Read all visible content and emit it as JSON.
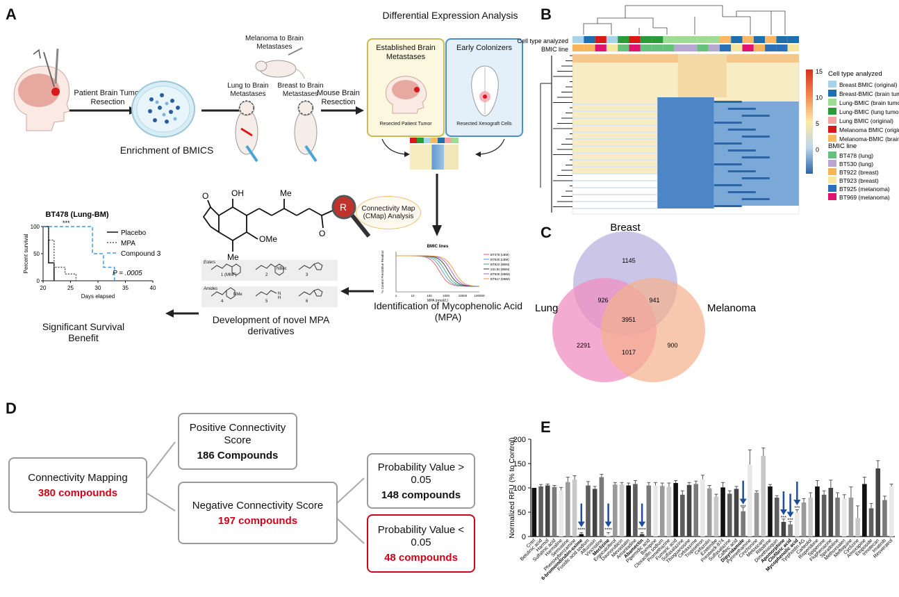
{
  "panels": [
    "A",
    "B",
    "C",
    "D",
    "E"
  ],
  "panel_a": {
    "patient_resection": "Patient Brain Tumor Resection",
    "enrichment": "Enrichment of BMICS",
    "melanoma_met": "Melanoma to Brain Metastases",
    "lung_met": "Lung to Brain Metastases",
    "breast_met": "Breast to Brain Metastases",
    "mouse_resection": "Mouse Brain Resection",
    "diff_expr_title": "Differential  Expression Analysis",
    "established": "Established Brain Metastases",
    "resected_patient": "Resected Patient Tumor",
    "early": "Early Colonizers",
    "resected_xeno": "Resected Xenograft Cells",
    "cmap": "Connectivity Map (CMap) Analysis",
    "identification": "Identification of Mycophenolic Acid (MPA)",
    "development": "Development of novel MPA derivatives",
    "survival_label": "Significant Survival Benefit",
    "esters": "Esters",
    "amides": "Amides",
    "compound_labels": [
      "1 (MMF)",
      "2",
      "3",
      "4",
      "5",
      "6"
    ],
    "chem_oh": "OH",
    "chem_me": "Me",
    "chem_ome": "OMe",
    "chem_me2": "Me",
    "chem_o": "O",
    "chem_o2": "O",
    "chem_r": "R",
    "chem_nboc": "NBoc",
    "chem_nme": "NMe",
    "chem_n": "N",
    "chem_h": "H"
  },
  "survival_chart": {
    "title": "BT478 (Lung-BM)",
    "xlabel": "Days elapsed",
    "ylabel": "Percent survival",
    "xticks": [
      "20",
      "25",
      "30",
      "35",
      "40"
    ],
    "yticks": [
      "0",
      "50",
      "100"
    ],
    "legend": [
      "Placebo",
      "MPA",
      "Compound 3"
    ],
    "sig": "***",
    "pvalue": "P = .0005",
    "series": [
      {
        "name": "Placebo",
        "x": [
          20,
          21,
          21,
          22,
          22
        ],
        "y": [
          100,
          100,
          33,
          33,
          0
        ]
      },
      {
        "name": "MPA",
        "x": [
          20,
          21,
          21,
          22,
          22,
          24,
          24,
          26,
          26
        ],
        "y": [
          100,
          100,
          75,
          75,
          25,
          25,
          12.5,
          12.5,
          0
        ]
      },
      {
        "name": "Compound 3",
        "x": [
          20,
          29,
          29,
          31,
          31,
          33,
          33
        ],
        "y": [
          100,
          100,
          50,
          50,
          25,
          25,
          0
        ]
      }
    ],
    "xlim": [
      20,
      40
    ],
    "ylim": [
      0,
      100
    ]
  },
  "dose_chart": {
    "title": "BMIC lines",
    "xlabel": "MPA (nmol/L)",
    "ylabel": "% Control PrestoBlue Readout",
    "xticks": [
      "1",
      "10",
      "100",
      "1000",
      "10000",
      "100000"
    ],
    "legend": [
      "BT478 (LBM)",
      "BT530 (LBM)",
      "BT922 (BBM)",
      "231 Br (BBM)",
      "BT925 (MBM)",
      "BT917 (MBM)"
    ],
    "colors": [
      "#e45b5b",
      "#5b8fe4",
      "#3aa76d",
      "#333333",
      "#a55bd0",
      "#e49a3a"
    ]
  },
  "heatmap": {
    "row1_label": "Cell type analyzed",
    "row2_label": "BMIC line",
    "scale_ticks": [
      "15",
      "10",
      "5",
      "0"
    ],
    "legend_celltype_title": "Cell type analyzed",
    "celltype_legend": [
      {
        "label": "Breast BMIC (original)",
        "color": "#a9d3ea"
      },
      {
        "label": "Breast-BMIC (brain tumor)",
        "color": "#1f6fad"
      },
      {
        "label": "Lung-BMIC (brain tumor)",
        "color": "#9edb93"
      },
      {
        "label": "Lung-BMIC (lung tumor)",
        "color": "#2a9b3a"
      },
      {
        "label": "Lung BMIC (original)",
        "color": "#f4a3a3"
      },
      {
        "label": "Melanoma BMIC (original)",
        "color": "#d7191c"
      },
      {
        "label": "Melanoma-BMIC (brain tumor)",
        "color": "#fdb863"
      }
    ],
    "legend_line_title": "BMIC line",
    "line_legend": [
      {
        "label": "BT478 (lung)",
        "color": "#66c27b"
      },
      {
        "label": "BT530 (lung)",
        "color": "#b7a6cf"
      },
      {
        "label": "BT922 (breast)",
        "color": "#f7b45b"
      },
      {
        "label": "BT923 (breast)",
        "color": "#f7e6a0"
      },
      {
        "label": "BT925 (melanoma)",
        "color": "#2a6fb8"
      },
      {
        "label": "BT969 (melanoma)",
        "color": "#e0136f"
      }
    ]
  },
  "venn": {
    "sets": [
      "Breast",
      "Lung",
      "Melanoma"
    ],
    "values": {
      "breast_only": "1145",
      "lung_only": "2291",
      "melanoma_only": "900",
      "breast_lung": "926",
      "breast_melanoma": "941",
      "lung_melanoma": "1017",
      "all": "3951"
    },
    "colors": {
      "breast": "#b9b3e0",
      "lung": "#f08fc3",
      "melanoma": "#f3b08b"
    }
  },
  "flow": {
    "root": {
      "title": "Connectivity Mapping",
      "count": "380 compounds"
    },
    "positive": {
      "title": "Positive Connectivity Score",
      "count": "186 Compounds"
    },
    "negative": {
      "title": "Negative Connectivity Score",
      "count": "197 compounds"
    },
    "prob_high": {
      "title": "Probability Value > 0.05",
      "count": "148 compounds"
    },
    "prob_low": {
      "title": "Probability Value < 0.05",
      "count": "48 compounds"
    }
  },
  "chart_data": {
    "type": "bar",
    "ylabel": "Normalized RFU (% to Control)",
    "ylim": [
      0,
      200
    ],
    "yticks": [
      "0",
      "50",
      "100",
      "150",
      "200"
    ],
    "categories": [
      "Cntrl",
      "Betulinic acid",
      "Harmol",
      "Sulfalinic acid",
      "Harmaline",
      "Semustine",
      "Phenoxybenzamine",
      "6-bromoindirubin-oxime",
      "Fusidic acid sodium",
      "Alfuzosin",
      "Vincristine",
      "Meclizine",
      "Ergocalciferol",
      "Daunorubicin",
      "Mevastatin",
      "Amantadine",
      "Abamectin",
      "Pipemidic acid",
      "Bamipine",
      "Cloxacillin sodium",
      "Promethazine",
      "Fumaric acid",
      "Sulfasalazine",
      "Thioguanosine",
      "Cefotaxime",
      "Tropisetron",
      "Cefazolin",
      "Ezetimibe",
      "Prestwick-874",
      "Sulfasalazine",
      "Caffeic acid",
      "Dipyridamole",
      "Pyrimethamine",
      "Cinchonine",
      "Meloxicam",
      "Ritodrine",
      "Dimethisoquin",
      "Apomorphine",
      "Clofibric acid",
      "Mycophenolic acid",
      "Tyrphostin AG",
      "Carteolol",
      "Risperidone",
      "Spiperone",
      "Fluphenazine",
      "Spiradoline",
      "Methoxsalen",
      "Mefloquine",
      "Cyclizine",
      "Amoxapine",
      "Etoposide",
      "Irinotecan",
      "Imatinib",
      "Resveratrol"
    ],
    "values": [
      100,
      103,
      105,
      102,
      95,
      112,
      117,
      5,
      105,
      98,
      122,
      5,
      107,
      107,
      105,
      108,
      5,
      105,
      105,
      104,
      102,
      110,
      86,
      106,
      108,
      118,
      99,
      82,
      101,
      88,
      98,
      52,
      148,
      90,
      166,
      103,
      80,
      30,
      25,
      50,
      70,
      80,
      103,
      86,
      100,
      80,
      78,
      80,
      38,
      108,
      58,
      140,
      75,
      103
    ],
    "errors": [
      0,
      4,
      3,
      3,
      6,
      10,
      8,
      3,
      8,
      5,
      6,
      3,
      4,
      4,
      5,
      7,
      3,
      6,
      6,
      6,
      8,
      5,
      8,
      5,
      6,
      8,
      6,
      5,
      10,
      6,
      5,
      8,
      30,
      4,
      16,
      4,
      4,
      6,
      6,
      5,
      8,
      10,
      12,
      8,
      16,
      10,
      8,
      22,
      25,
      14,
      10,
      16,
      8,
      5
    ],
    "highlighted": [
      "6-bromoindirubin-oxime",
      "Meclizine",
      "Abamectin",
      "Dipyridamole",
      "Apomorphine",
      "Clofibric acid",
      "Mycophenolic acid"
    ],
    "significance": [
      {
        "category": "6-bromoindirubin-oxime",
        "label": "****"
      },
      {
        "category": "Meclizine",
        "label": "****"
      },
      {
        "category": "Abamectin",
        "label": "****"
      },
      {
        "category": "Dipyridamole",
        "label": "***"
      },
      {
        "category": "Apomorphine",
        "label": "***"
      },
      {
        "category": "Clofibric acid",
        "label": "***"
      },
      {
        "category": "Mycophenolic acid",
        "label": "***"
      }
    ]
  }
}
